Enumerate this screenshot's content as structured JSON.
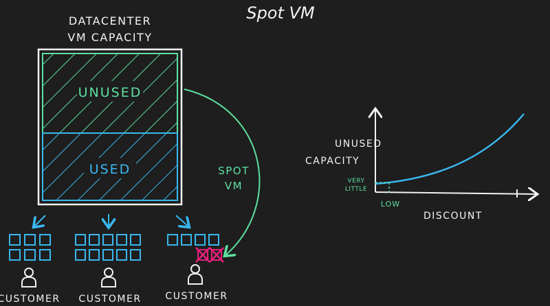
{
  "title": "Spot VM",
  "datacenter": {
    "label_line1": "DATACENTER",
    "label_line2": "VM CAPACITY",
    "unused_label": "UNUSED",
    "used_label": "USED"
  },
  "spot_label_line1": "SPOT",
  "spot_label_line2": "VM",
  "customer_label": "CUSTOMER",
  "customers": [
    {
      "label": "CUSTOMER",
      "vm_count": 6
    },
    {
      "label": "CUSTOMER",
      "vm_count": 10
    },
    {
      "label": "CUSTOMER",
      "vm_count": 4,
      "spot_vm_count": 2
    }
  ],
  "chart": {
    "ylabel_line1": "UNUSED",
    "ylabel_line2": "CAPACITY",
    "xlabel": "DISCOUNT",
    "low_label": "LOW",
    "very_little_line1": "VERY",
    "very_little_line2": "LITTLE"
  },
  "colors": {
    "unused": "#5ee0a0",
    "used": "#3ab8f0",
    "spot_cross": "#e8207a",
    "text": "#f2f2f2",
    "background": "#1e1e1e"
  }
}
